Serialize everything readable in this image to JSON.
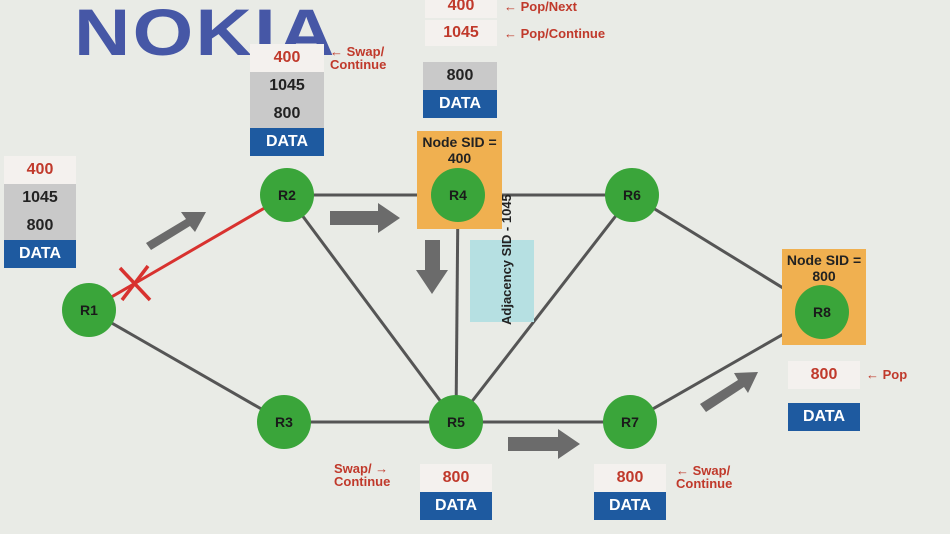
{
  "logo": "NOKIA",
  "stacks": {
    "r1": [
      "400",
      "1045",
      "800",
      "DATA"
    ],
    "r2": [
      "400",
      "1045",
      "800",
      "DATA"
    ],
    "r4_top": [
      "400",
      "1045"
    ],
    "r4": [
      "800",
      "DATA"
    ],
    "r5": [
      "800",
      "DATA"
    ],
    "r7": [
      "800",
      "DATA"
    ],
    "r8": [
      "800",
      "DATA"
    ]
  },
  "annotations": {
    "pop_next": "← Pop/Next",
    "pop_continue": "← Pop/Continue",
    "swap_continue_r2": "← Swap/ Continue",
    "swap_continue_r5": "Swap/ → Continue",
    "swap_continue_r7": "← Swap/ Continue",
    "pop": "← Pop"
  },
  "nodes": {
    "r4_box": "Node SID = 400",
    "r8_box": "Node SID = 800",
    "adjacency": "Adjacency SID - 1045"
  },
  "routers": {
    "r1": "R1",
    "r2": "R2",
    "r3": "R3",
    "r4": "R4",
    "r5": "R5",
    "r6": "R6",
    "r7": "R7",
    "r8": "R8"
  },
  "colors": {
    "router_fill": "#3aa53a",
    "link": "#555555",
    "failed_link": "#d8322f",
    "label_red": "#c0392b",
    "data_blue": "#1e5aa0",
    "node_box": "#f0b050",
    "adjacency_box": "#b6e0e2",
    "arrow": "#6b6b6b"
  }
}
